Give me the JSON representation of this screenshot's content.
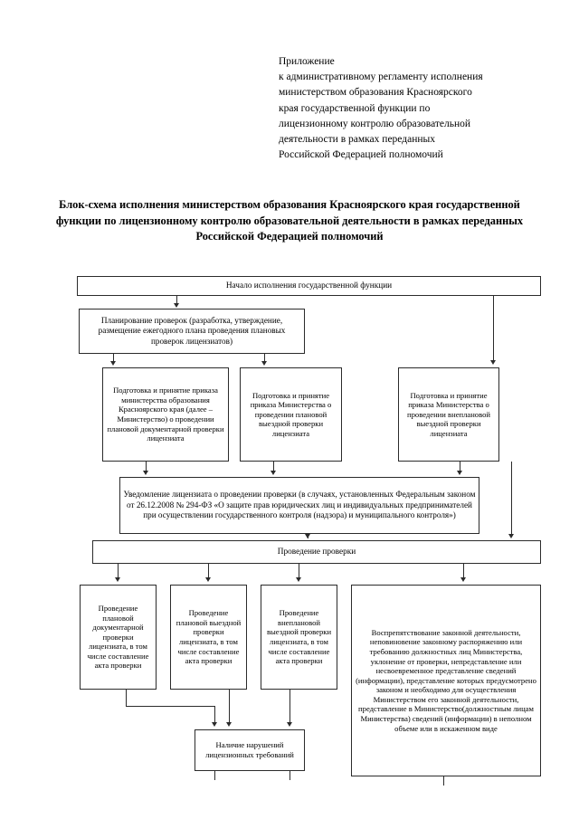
{
  "document": {
    "header_lines": [
      "Приложение",
      "к административному регламенту исполнения",
      "министерством образования Красноярского",
      "края государственной функции по",
      "лицензионному контролю образовательной",
      "деятельности в рамках переданных",
      "Российской Федерацией полномочий"
    ],
    "title": "Блок-схема исполнения министерством образования Красноярского края государственной функции по лицензионному контролю образовательной деятельности в рамках переданных Российской Федерацией полномочий"
  },
  "flowchart": {
    "start": "Начало исполнения государственной функции",
    "planning": "Планирование проверок (разработка, утверждение, размещение ежегодного плана проведения плановых проверок лицензиатов)",
    "order_planned_documentary": "Подготовка и принятие приказа министерства образования Красноярского края (далее – Министерство) о проведении плановой документарной проверки лицензиата",
    "order_planned_field": "Подготовка и принятие приказа Министерства о проведении плановой выездной проверки лицензиата",
    "order_unplanned_field": "Подготовка и принятие приказа Министерства о проведении внеплановой выездной проверки лицензиата",
    "notification": "Уведомление лицензиата о проведении проверки (в случаях, установленных Федеральным законом  от 26.12.2008 № 294-ФЗ «О защите прав юридических лиц и индивидуальных предпринимателей при осуществлении государственного контроля (надзора) и муниципального контроля»)",
    "inspection": "Проведение проверки",
    "check_planned_documentary": "Проведение плановой документарной проверки лицензиата, в том числе составление акта проверки",
    "check_planned_field": "Проведение плановой выездной проверки лицензиата, в том числе составление акта проверки",
    "check_unplanned_field": "Проведение внеплановой выездной проверки лицензиата, в том числе составление акта проверки",
    "obstruction": "Воспрепятствование законной деятельности, неповиновение законному распоряжению или требованию должностных лиц Министерства, уклонение от проверки, непредставление или несвоевременное представление сведений (информации), представление которых предусмотрено законом и необходимо для осуществления Министерством его законной деятельности, представление в Министерство(должностным лицам Министерства) сведений (информации) в неполном объеме или в искаженном виде",
    "violations": "Наличие нарушений лицензионных требований"
  }
}
